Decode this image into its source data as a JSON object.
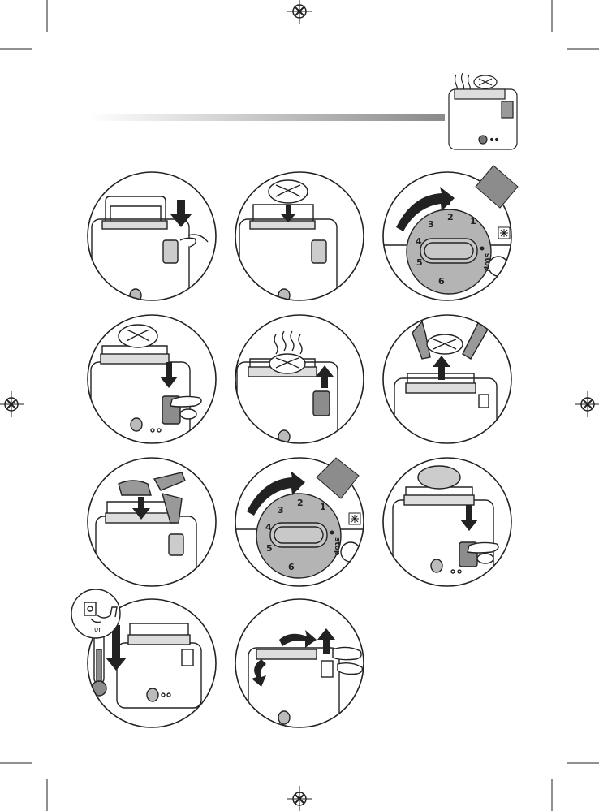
{
  "header": {
    "gradient_colors": {
      "start": "#ffffff",
      "end": "#8a8a8a"
    }
  },
  "dial": {
    "numbers": [
      "1",
      "2",
      "3",
      "4",
      "5",
      "6"
    ],
    "stop_label": "stop",
    "defrost_icon": "snowflake-icon"
  },
  "panels": [
    {
      "id": "1",
      "description_icon": "insert-rack-icon"
    },
    {
      "id": "2",
      "description_icon": "place-bun-icon"
    },
    {
      "id": "3",
      "description_icon": "set-browning-dial-icon"
    },
    {
      "id": "4",
      "description_icon": "lower-lever-icon"
    },
    {
      "id": "5",
      "description_icon": "lever-up-hot-bun-icon"
    },
    {
      "id": "6",
      "description_icon": "remove-with-tongs-icon"
    },
    {
      "id": "7",
      "description_icon": "place-with-tongs-icon"
    },
    {
      "id": "8",
      "description_icon": "set-browning-dial-icon"
    },
    {
      "id": "9",
      "description_icon": "lower-lever-bun-icon"
    },
    {
      "id": "10",
      "description_icon": "unplug-cool-icon"
    },
    {
      "id": "11",
      "description_icon": "remove-rack-icon"
    }
  ],
  "colors": {
    "outline": "#222222",
    "gray_fill": "#8c8c8c",
    "dial_fill": "#b4b4b4",
    "lever_fill": "#c8c8c8"
  }
}
